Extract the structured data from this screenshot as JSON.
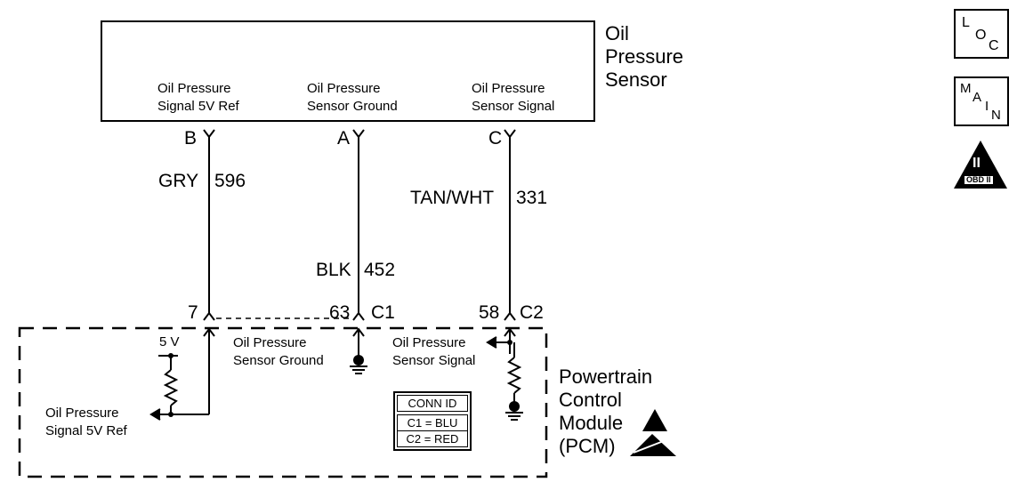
{
  "sensor": {
    "title_lines": "Oil\nPressure\nSensor",
    "pins": [
      {
        "label": "Oil Pressure\nSignal 5V Ref",
        "terminal": "B",
        "wire_color": "GRY",
        "circuit": "596"
      },
      {
        "label": "Oil Pressure\nSensor Ground",
        "terminal": "A",
        "wire_color": "BLK",
        "circuit": "452"
      },
      {
        "label": "Oil Pressure\nSensor Signal",
        "terminal": "C",
        "wire_color": "TAN/WHT",
        "circuit": "331"
      }
    ]
  },
  "pcm": {
    "title_lines": "Powertrain\nControl\nModule\n(PCM)",
    "pins": [
      {
        "number": "7",
        "connector": ""
      },
      {
        "number": "63",
        "connector": "C1"
      },
      {
        "number": "58",
        "connector": "C2"
      }
    ],
    "voltage_label": "5 V",
    "internal_labels": {
      "ref": "Oil Pressure\nSignal 5V Ref",
      "ground": "Oil Pressure\nSensor Ground",
      "signal": "Oil Pressure\nSensor Signal"
    }
  },
  "conn_id": {
    "title": "CONN ID",
    "rows": [
      "C1 = BLU",
      "C2 = RED"
    ]
  },
  "badges": {
    "loc": {
      "letters": [
        "L",
        "O",
        "C"
      ]
    },
    "main": {
      "letters": [
        "M",
        "A",
        "I",
        "N"
      ]
    },
    "obd": {
      "symbol": "II",
      "text": "OBD II"
    }
  }
}
